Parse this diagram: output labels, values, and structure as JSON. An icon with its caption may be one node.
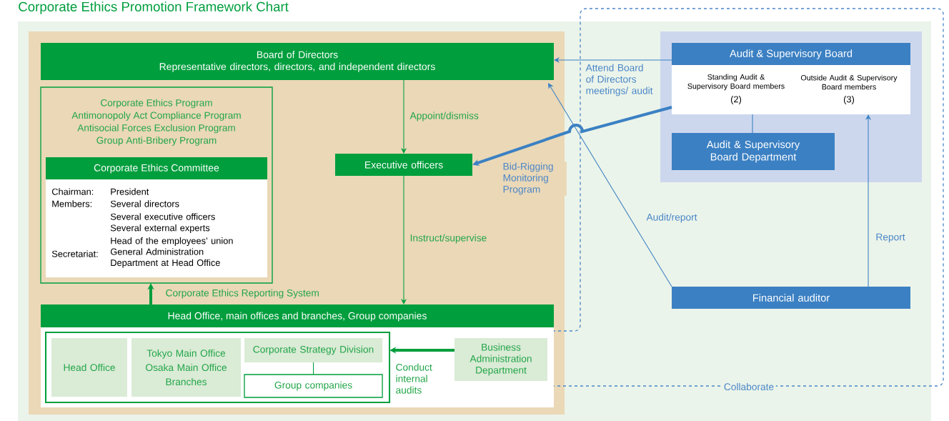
{
  "diagram": {
    "title": "Corporate Ethics Promotion Framework Chart",
    "nodes": [
      {
        "text": [
          "Board of Directors",
          "Representative directors, directors, and independent directors"
        ]
      },
      {
        "text": [
          "Corporate Ethics Program",
          "Antimonopoly Act Compliance Program",
          "Antisocial Forces Exclusion Program",
          "Group Anti-Bribery Program"
        ]
      },
      {
        "text": [
          "Corporate Ethics Committee",
          "Chairman:",
          "President",
          "Members:",
          "Several directors",
          "Several executive officers",
          "Several external experts",
          "Head of the employees’ union",
          "Secretariat:",
          "General Administration Department at Head Office"
        ],
        "in": 1
      },
      {
        "text": [
          "Executive officers"
        ]
      },
      {
        "text": [
          "Head Office, main offices and branches, Group companies"
        ]
      },
      {
        "text": [],
        "shape": "box",
        "in": 4
      },
      {
        "text": [
          "Head Office"
        ],
        "in": 5
      },
      {
        "text": [
          "Tokyo Main Office",
          "Osaka Main Office",
          "Branches"
        ],
        "in": 5
      },
      {
        "text": [
          "Corporate Strategy Division"
        ],
        "in": 5
      },
      {
        "text": [
          "Group companies"
        ],
        "in": 5
      },
      {
        "text": [
          "Business Administration Department"
        ],
        "in": 4
      },
      {
        "text": [
          "Audit & Supervisory Board",
          "Standing Audit & Supervisory Board members",
          "(2)",
          "Outside Audit & Supervisory Board members",
          "(3)"
        ]
      },
      {
        "text": [
          "Audit & Supervisory Board Department"
        ]
      },
      {
        "text": [
          "Financial auditor"
        ]
      }
    ],
    "edges": [
      {
        "from": 11,
        "to": 0,
        "arrow": "to",
        "label": "Attend Board of Directors meetings/ audit"
      },
      {
        "from": 11,
        "to": 3,
        "arrow": "to",
        "label": "Bid-Rigging Monitoring Program",
        "style": "thick"
      },
      {
        "from": 13,
        "to": 0,
        "arrow": "to",
        "label": "Audit/report"
      },
      {
        "from": 13,
        "to": 11,
        "arrow": "to",
        "label": "Report"
      },
      {
        "from": 11,
        "to": 12,
        "arrow": "none"
      },
      {
        "from": 0,
        "to": 3,
        "arrow": "to",
        "label": "Appoint/dismiss",
        "color": "#009e3d"
      },
      {
        "from": 3,
        "to": 4,
        "arrow": "to",
        "label": "Instruct/supervise",
        "color": "#009e3d"
      },
      {
        "from": 4,
        "to": 1,
        "arrow": "to",
        "label": "Corporate Ethics Reporting System",
        "style": "thick",
        "color": "#009e3d"
      },
      {
        "from": 10,
        "to": 5,
        "arrow": "to",
        "label": "Conduct internal audits",
        "style": "thick",
        "color": "#009e3d"
      },
      {
        "from": 8,
        "to": 9,
        "arrow": "none",
        "color": "#009e3d"
      }
    ],
    "labels": [
      "Collaborate"
    ]
  }
}
